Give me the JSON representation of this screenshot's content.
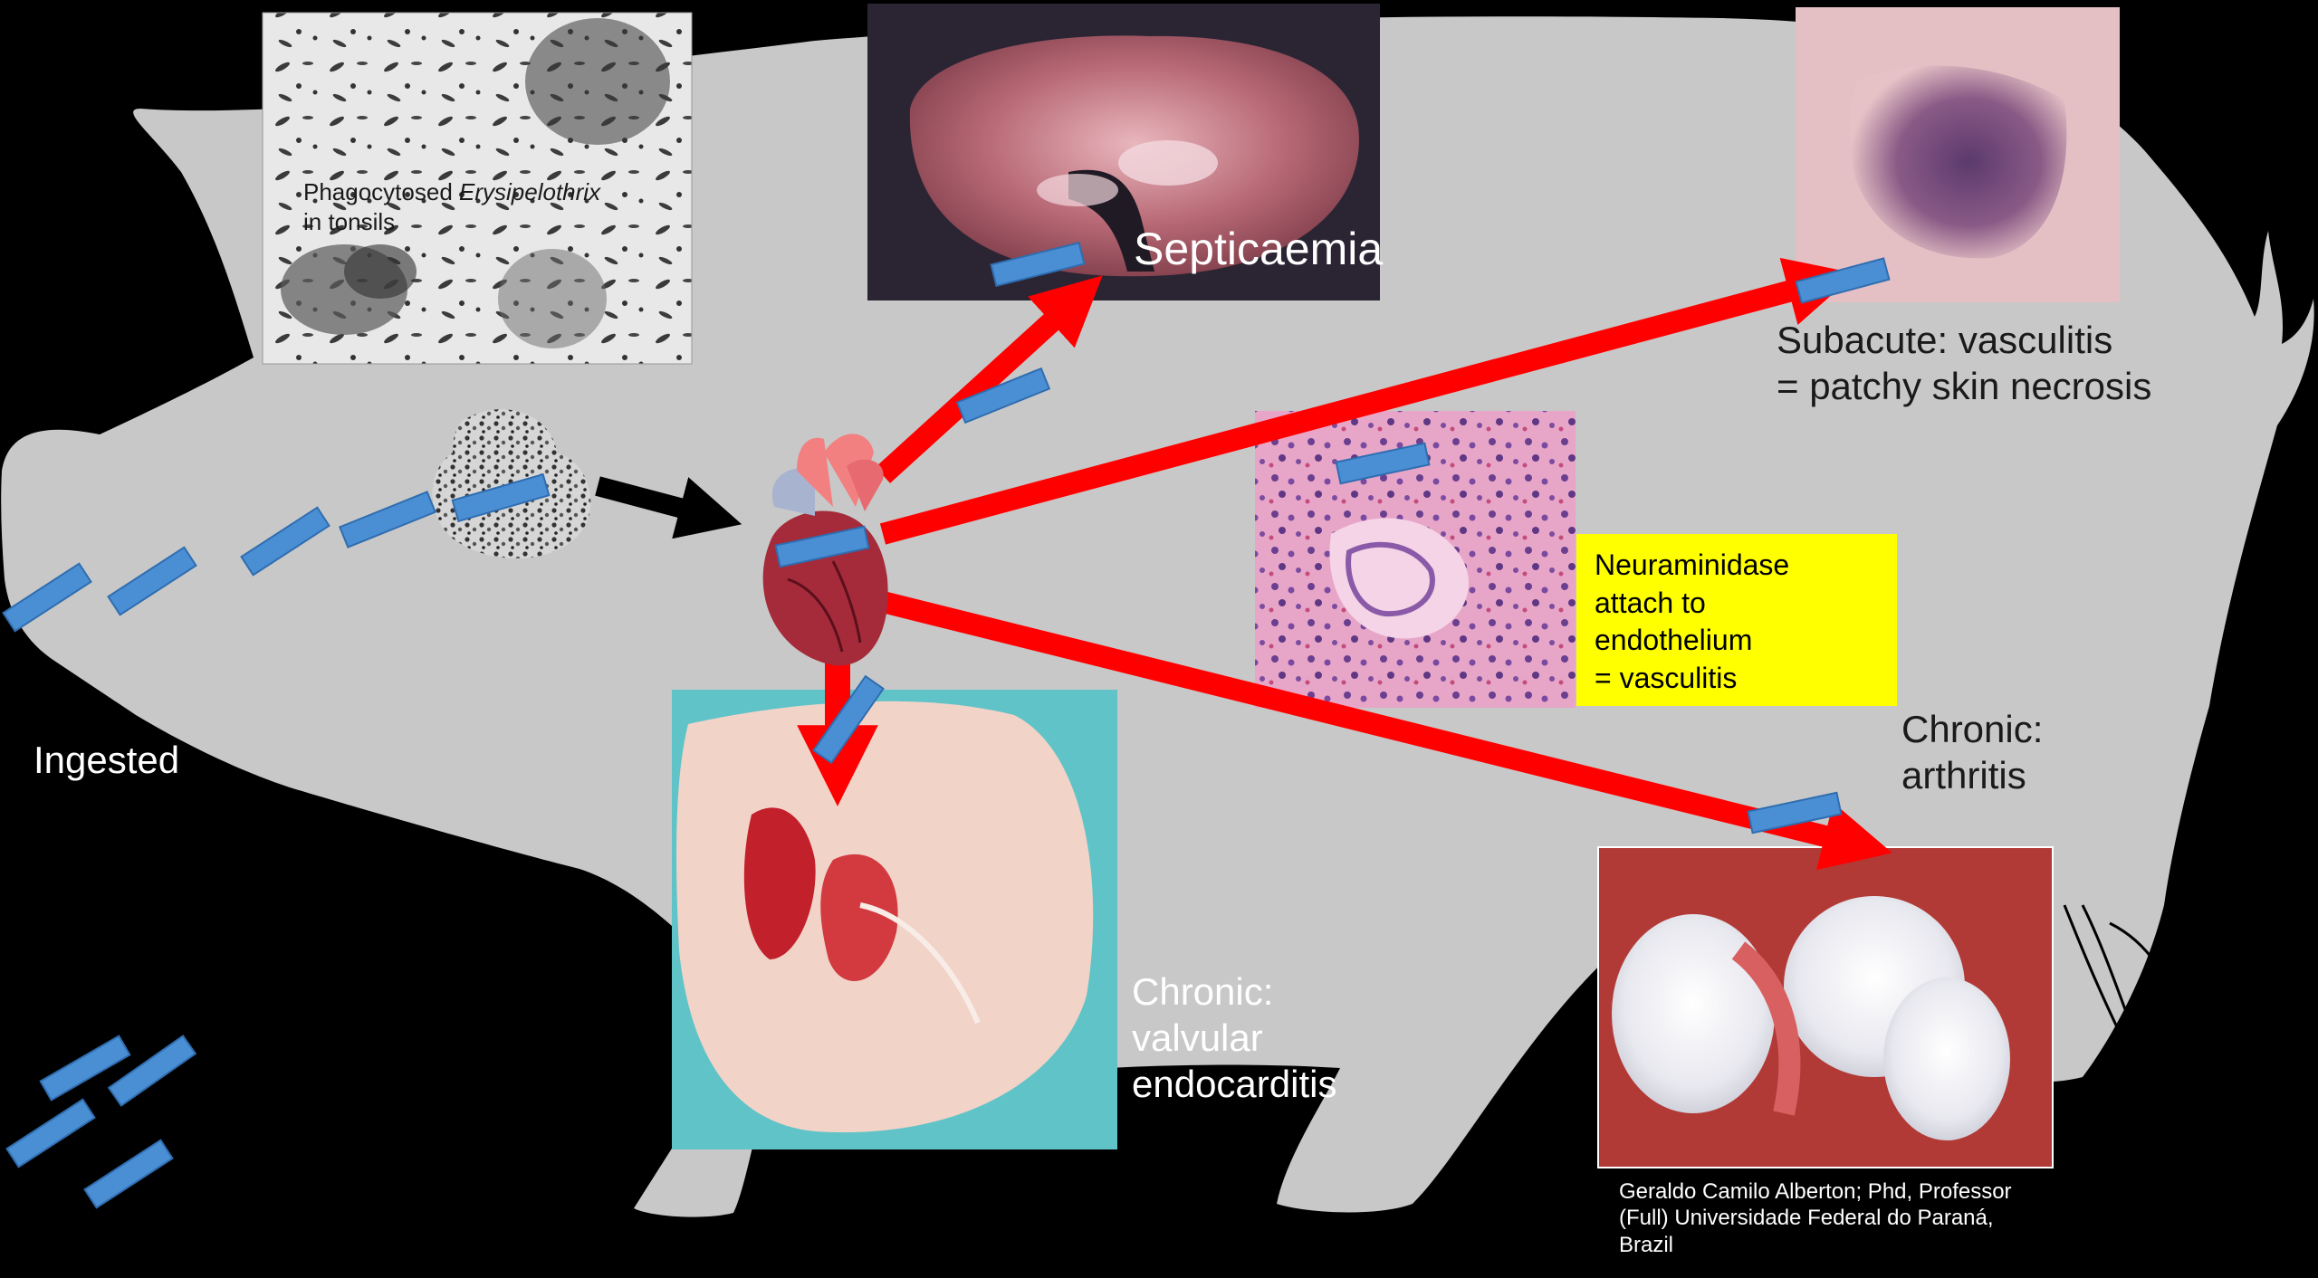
{
  "labels": {
    "phagocytosed_prefix": "Phagocytosed ",
    "phagocytosed_italic": "Erysipelothrix",
    "phagocytosed_line2": "in tonsils",
    "septicaemia": "Septicaemia",
    "subacute_line1": "Subacute: vasculitis",
    "subacute_line2": "= patchy skin necrosis",
    "neuraminidase_line1": "Neuraminidase",
    "neuraminidase_line2": "attach to",
    "neuraminidase_line3": "endothelium",
    "neuraminidase_line4": "=  vasculitis",
    "ingested": "Ingested",
    "arthritis_line1": "Chronic:",
    "arthritis_line2": "arthritis",
    "endocarditis_line1": "Chronic:",
    "endocarditis_line2": "valvular",
    "endocarditis_line3": "endocarditis",
    "credit_line1": "Geraldo Camilo Alberton; Phd, Professor",
    "credit_line2": "(Full) Universidade Federal do Paraná,",
    "credit_line3": "Brazil"
  },
  "colors": {
    "background": "#000000",
    "pig_silhouette": "#c8c8c8",
    "arrow_red": "#ff0000",
    "arrow_black": "#000000",
    "bacterium": "#4a8fd4",
    "bacterium_outline": "#2f6db0",
    "highlight_box": "#ffff00"
  },
  "icons": {
    "heart": "heart-icon",
    "bacterium": "rod-bacterium-icon"
  }
}
